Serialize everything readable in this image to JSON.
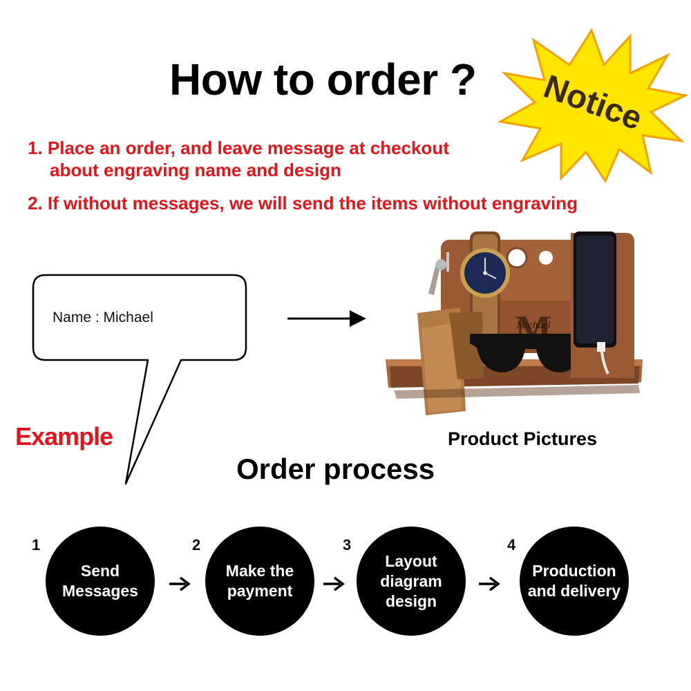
{
  "header": {
    "title": "How to order ?",
    "notice_badge": "Notice"
  },
  "rules": [
    "1. Place an order, and leave message at checkout",
    "about engraving name and design",
    "2. If without messages, we will send the items without engraving"
  ],
  "example": {
    "bubble_text": "Name : Michael",
    "label": "Example"
  },
  "product": {
    "caption": "Product Pictures",
    "engraving_name": "Michael",
    "engraving_initial": "M"
  },
  "process": {
    "title": "Order process",
    "steps": [
      {
        "number": "1",
        "label": "Send\nMessages"
      },
      {
        "number": "2",
        "label": "Make the\npayment"
      },
      {
        "number": "3",
        "label": "Layout\ndiagram\ndesign"
      },
      {
        "number": "4",
        "label": "Production\nand delivery"
      }
    ]
  },
  "colors": {
    "accent_red": "#e3151a",
    "burst_yellow": "#ffe600",
    "wood": "#9a5a33"
  }
}
